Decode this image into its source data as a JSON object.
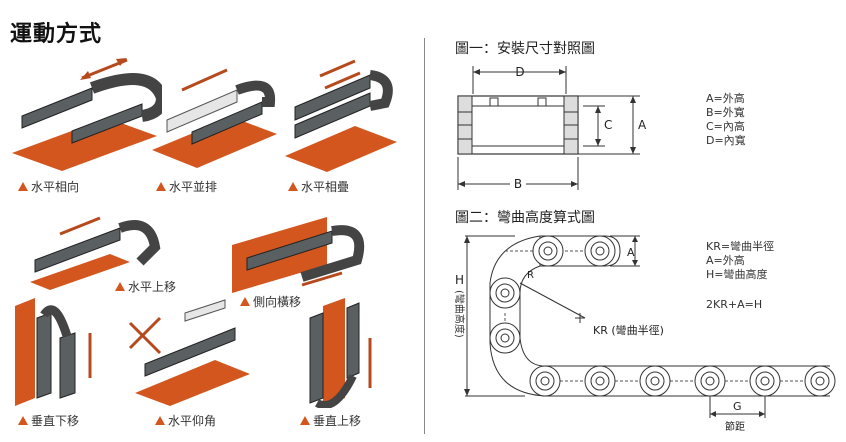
{
  "left": {
    "heading": "運動方式",
    "captions": [
      "水平相向",
      "水平並排",
      "水平相疊",
      "水平上移",
      "側向橫移",
      "垂直下移",
      "水平仰角",
      "垂直上移"
    ]
  },
  "fig1": {
    "title": "圖一：安裝尺寸對照圖",
    "dim_d": "D",
    "dim_b": "B",
    "dim_c": "C",
    "dim_a": "A",
    "legend": [
      "A=外高",
      "B=外寬",
      "C=內高",
      "D=內寬"
    ]
  },
  "fig2": {
    "title": "圖二：彎曲高度算式圖",
    "dim_h": "H",
    "h_vertical": "(彎曲高度)",
    "dim_a": "A",
    "dim_r": "R",
    "kr_label": "KR (彎曲半徑)",
    "dim_g": "G",
    "g_label": "節距",
    "legend": [
      "KR=彎曲半徑",
      "A=外高",
      "H=彎曲高度"
    ],
    "formula": "2KR+A=H"
  },
  "colors": {
    "accent": "#d2561e",
    "chain": "#4a4f52",
    "line": "#333333"
  }
}
